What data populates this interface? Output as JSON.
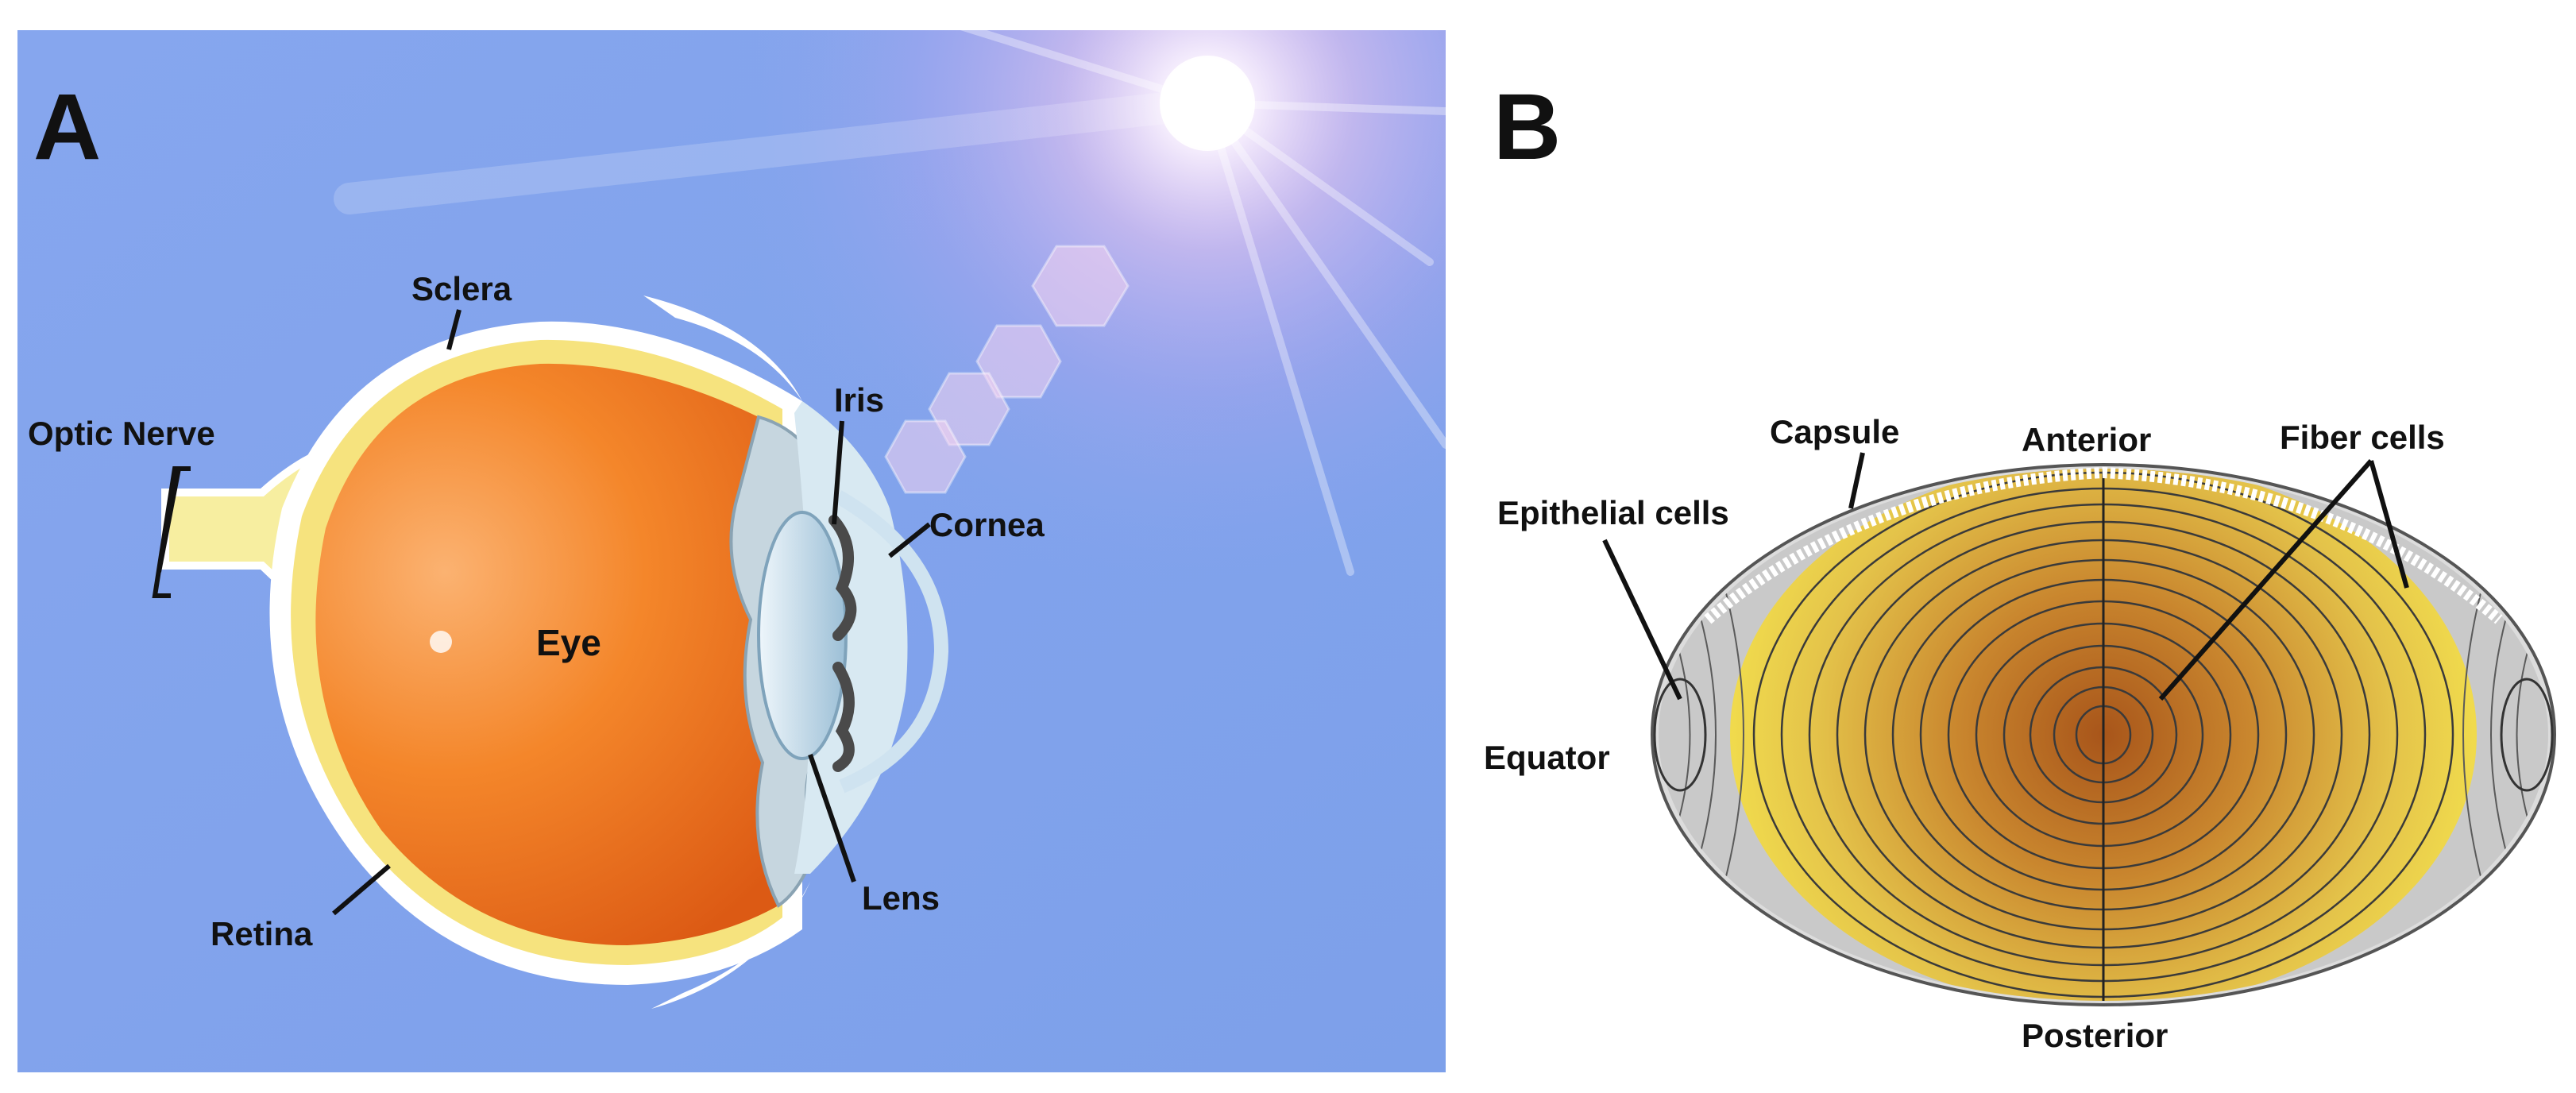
{
  "panel_a": {
    "letter": "A",
    "labels": {
      "sclera": "Sclera",
      "optic_nerve": "Optic Nerve",
      "iris": "Iris",
      "cornea": "Cornea",
      "eye": "Eye",
      "retina": "Retina",
      "lens": "Lens"
    }
  },
  "panel_b": {
    "letter": "B",
    "labels": {
      "capsule": "Capsule",
      "anterior": "Anterior",
      "fiber_cells": "Fiber cells",
      "epithelial_cells": "Epithelial cells",
      "equator": "Equator",
      "posterior": "Posterior"
    }
  },
  "colors": {
    "sky": "#7fa2ec",
    "eye_orange": "#f07a1c",
    "sclera_yellow": "#f5e27a",
    "lens_yellow": "#f5e04a",
    "lens_core": "#b5641a"
  }
}
